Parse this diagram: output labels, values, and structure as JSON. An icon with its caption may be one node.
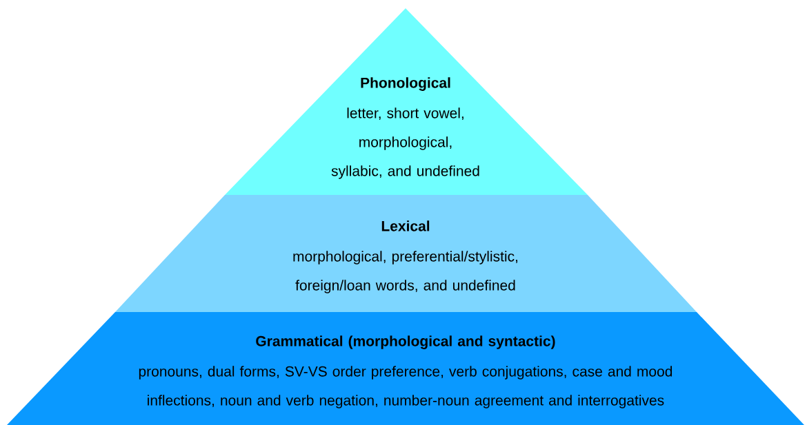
{
  "diagram": {
    "nodes": [
      {
        "text": [
          "Phonological",
          "letter, short vowel, morphological, syllabic, and undefined"
        ]
      },
      {
        "text": [
          "Lexical",
          "morphological, preferential/stylistic, foreign/loan words, and undefined"
        ]
      },
      {
        "text": [
          "Grammatical (morphological and syntactic)",
          "pronouns, dual forms, SV-VS order preference, verb conjugations, case and mood inflections, noun and verb negation, number-noun agreement and interrogatives"
        ]
      }
    ]
  }
}
